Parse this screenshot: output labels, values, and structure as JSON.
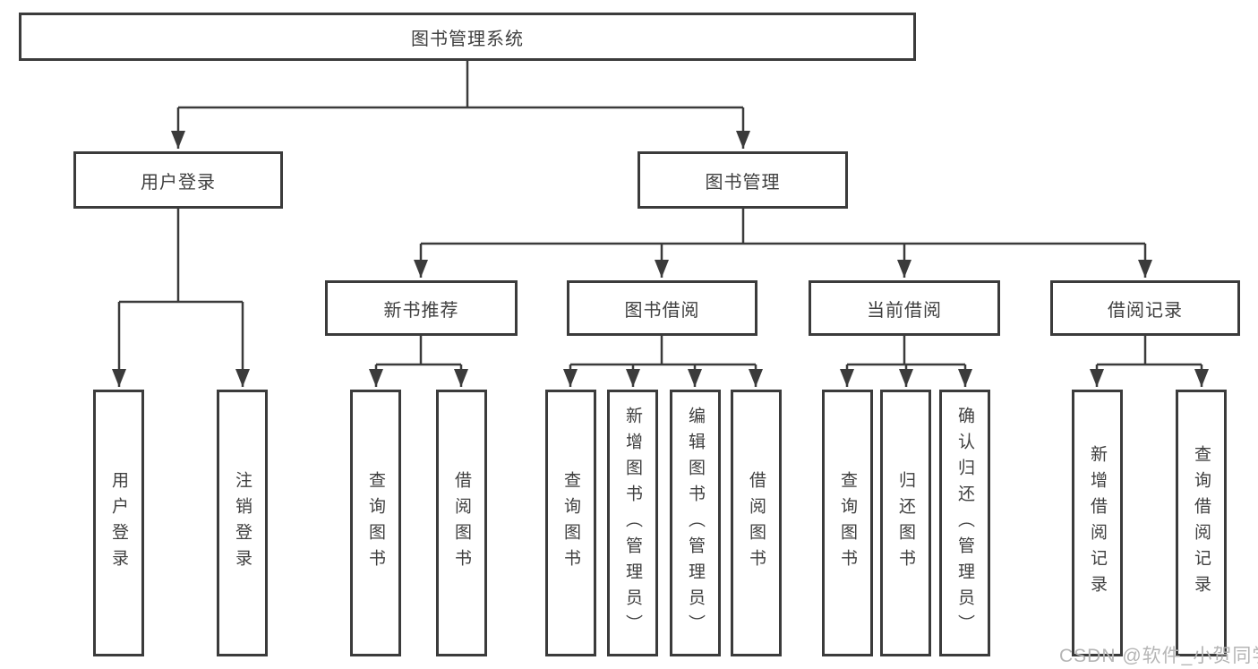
{
  "diagram": {
    "root": {
      "label": "图书管理系统"
    },
    "branches": [
      {
        "label": "用户登录",
        "children": [
          {
            "label": "用户登录"
          },
          {
            "label": "注销登录"
          }
        ]
      },
      {
        "label": "图书管理",
        "children": [
          {
            "label": "新书推荐",
            "children": [
              {
                "label": "查询图书"
              },
              {
                "label": "借阅图书"
              }
            ]
          },
          {
            "label": "图书借阅",
            "children": [
              {
                "label": "查询图书"
              },
              {
                "label": "新增图书（管理员）"
              },
              {
                "label": "编辑图书（管理员）"
              },
              {
                "label": "借阅图书"
              }
            ]
          },
          {
            "label": "当前借阅",
            "children": [
              {
                "label": "查询图书"
              },
              {
                "label": "归还图书"
              },
              {
                "label": "确认归还（管理员）"
              }
            ]
          },
          {
            "label": "借阅记录",
            "children": [
              {
                "label": "新增借阅记录"
              },
              {
                "label": "查询借阅记录"
              }
            ]
          }
        ]
      }
    ]
  },
  "watermark": {
    "text": "CSDN @软件_小贺同学"
  },
  "colors": {
    "line": "#3b3b3b",
    "text": "#3f3f3f",
    "watermark": "#b5b5b5",
    "background": "#ffffff"
  }
}
